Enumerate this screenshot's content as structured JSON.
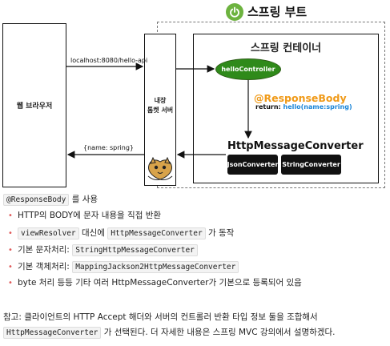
{
  "diagram": {
    "boot_title": "스프링 부트",
    "browser_label": "웹 브라우저",
    "tomcat_label_line1": "내장",
    "tomcat_label_line2": "톰켓 서버",
    "request_label": "localhost:8080/hello-api",
    "response_label": "{name: spring}",
    "container_title": "스프링 컨테이너",
    "controller_label": "helloController",
    "response_body_label": "@ResponseBody",
    "return_prefix": "return:",
    "return_value": "hello(name:spring)",
    "converter_title": "HttpMessageConverter",
    "converters": [
      "JsonConverter",
      "StringConverter"
    ],
    "colors": {
      "spring_green": "#6db33f",
      "controller_green": "#2f8a1a",
      "annotation_orange": "#f09a18",
      "return_blue": "#1c86d8"
    }
  },
  "notes": {
    "heading_code": "@ResponseBody",
    "heading_text": "를 사용",
    "bullets": [
      {
        "parts": [
          {
            "t": "HTTP의 BODY에 문자 내용을 직접 반환"
          }
        ]
      },
      {
        "parts": [
          {
            "c": "viewResolver"
          },
          {
            "t": " 대신에 "
          },
          {
            "c": "HttpMessageConverter"
          },
          {
            "t": " 가 동작"
          }
        ]
      },
      {
        "parts": [
          {
            "t": "기본 문자처리: "
          },
          {
            "c": "StringHttpMessageConverter"
          }
        ]
      },
      {
        "parts": [
          {
            "t": "기본 객체처리: "
          },
          {
            "c": "MappingJackson2HttpMessageConverter"
          }
        ]
      },
      {
        "parts": [
          {
            "t": "byte 처리 등등 기타 여러 HttpMessageConverter가 기본으로 등록되어 있음"
          }
        ]
      }
    ],
    "footer_line1": "참고: 클라이언트의 HTTP Accept 해더와 서버의 컨트롤러 반환 타입 정보 둘을 조합해서",
    "footer_code": "HttpMessageConverter",
    "footer_line2": " 가 선택된다. 더 자세한 내용은 스프링 MVC 강의에서 설명하겠다."
  }
}
